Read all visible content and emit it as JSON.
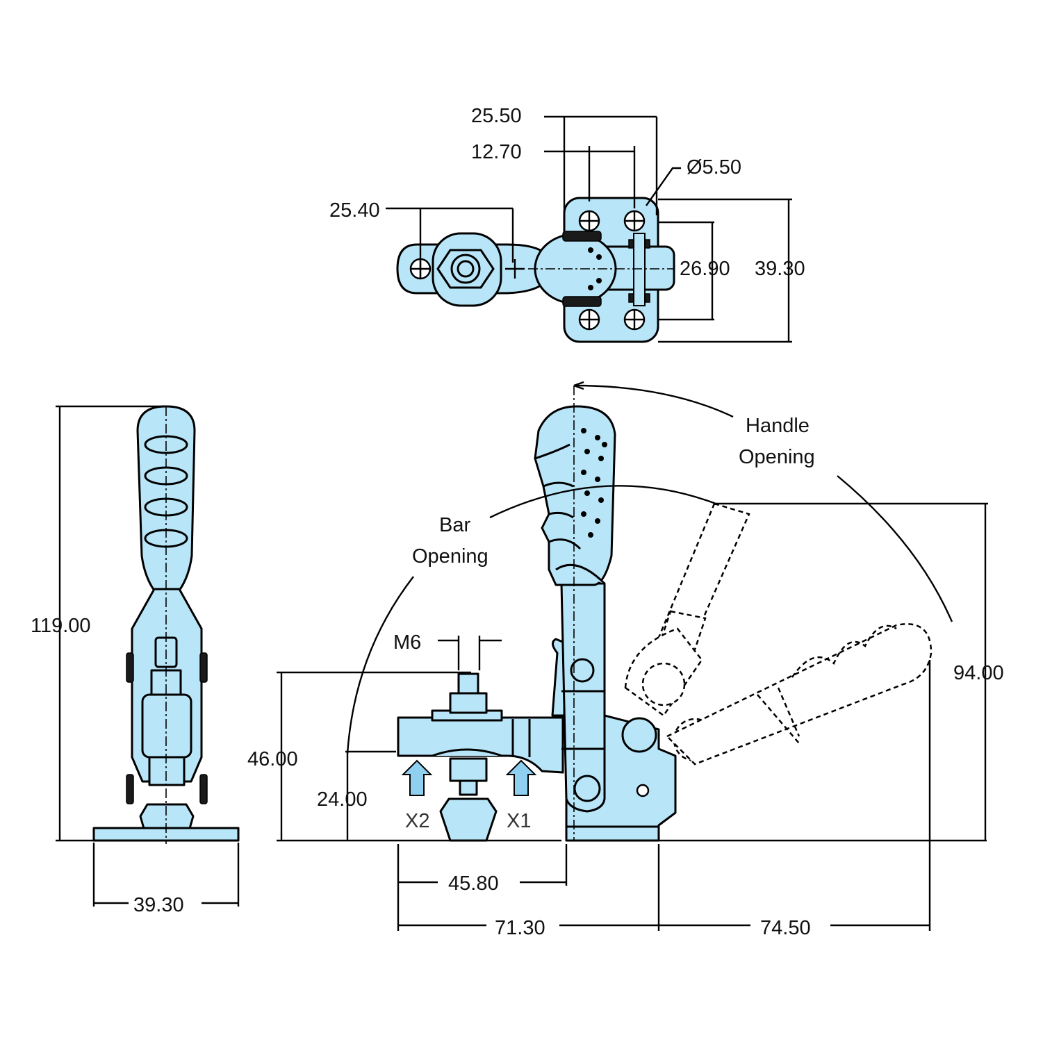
{
  "dimensions": {
    "top_width": "25.50",
    "top_pitch": "12.70",
    "hole_dia": "Ø5.50",
    "spindle_pitch": "25.40",
    "base_pitch": "26.90",
    "base_height": "39.30",
    "overall_height": "119.00",
    "base_width": "39.30",
    "thread": "M6",
    "bar_height": "46.00",
    "bar_low": "24.00",
    "spindle_offset": "45.80",
    "length": "71.30",
    "handle_reach": "74.50",
    "handle_height": "94.00"
  },
  "labels": {
    "handle_opening_1": "Handle",
    "handle_opening_2": "Opening",
    "bar_opening_1": "Bar",
    "bar_opening_2": "Opening",
    "x1": "X1",
    "x2": "X2"
  },
  "colors": {
    "part_fill": "#b8e6f8",
    "force_arrow": "#8fd0f0",
    "outline": "#000000"
  }
}
